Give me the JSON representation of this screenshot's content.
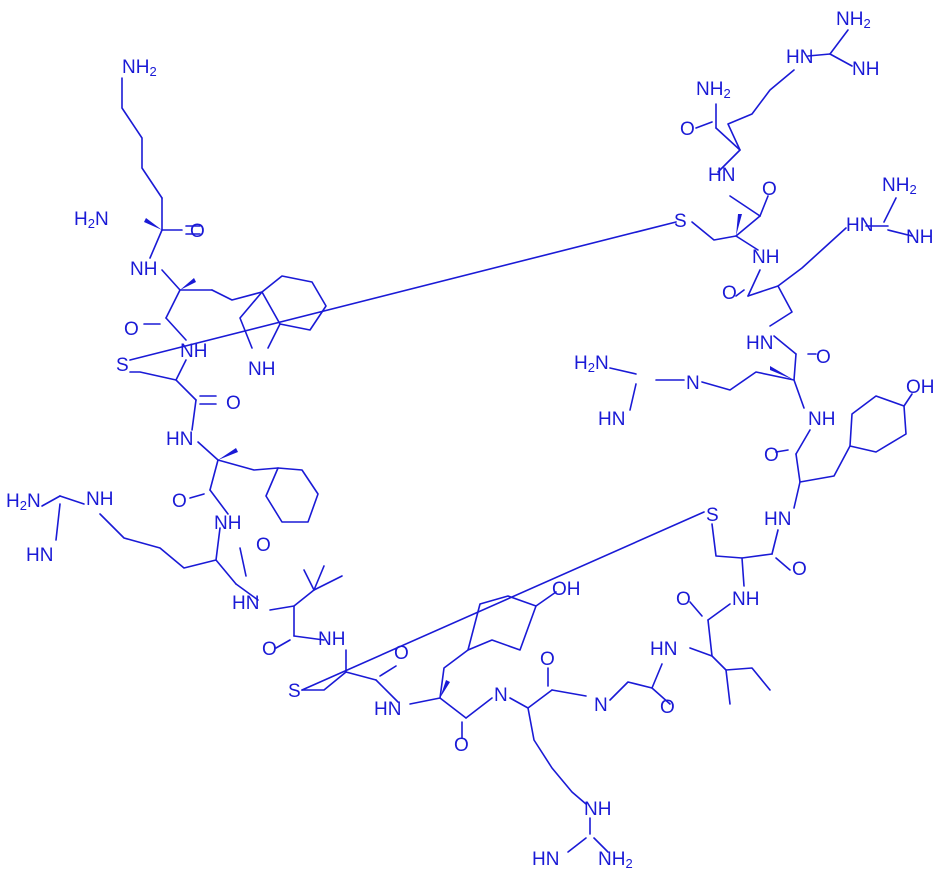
{
  "structure": {
    "stroke_color": "#1a1ad6",
    "background": "#ffffff",
    "labels": {
      "lys_nh2_top": "NH2",
      "lys_nh2_alpha": "H2N",
      "o1": "O",
      "nh1": "NH",
      "o2": "O",
      "nh_trp": "NH",
      "indole_nh": "NH",
      "s_left": "S",
      "o3": "O",
      "nh3": "HN",
      "o4": "O",
      "nh4": "NH",
      "arg1_h2n": "H2N",
      "arg1_nh": "NH",
      "arg1_hn": "HN",
      "o5": "O",
      "nh5": "HN",
      "o6": "O",
      "nh6": "NH",
      "s_bottom": "S",
      "o7": "O",
      "nh7": "HN",
      "tyr1_oh": "OH",
      "o8": "O",
      "nh8": "N",
      "o9": "O",
      "nh9": "N",
      "arg2_nh": "NH",
      "arg2_hn": "HN",
      "arg2_nh2": "NH2",
      "o10": "O",
      "nh10": "HN",
      "o11": "O",
      "nh11": "NH",
      "s_mid": "S",
      "o12": "O",
      "nh12": "HN",
      "tyr2_oh": "OH",
      "o13": "O",
      "nh13": "NH",
      "arg3_h2n": "H2N",
      "arg3_nh": "N",
      "arg3_hn": "HN",
      "o14": "O",
      "nh14": "HN",
      "arg4_nh2": "NH2",
      "arg4_hn": "HN",
      "arg4_nh": "NH",
      "o15": "O",
      "nh15": "NH",
      "s_right": "S",
      "o16": "O",
      "nh16": "HN",
      "amide_nh2": "NH2",
      "o17": "O",
      "arg5_nh2": "NH2",
      "arg5_hn": "HN",
      "arg5_nh": "NH"
    }
  }
}
